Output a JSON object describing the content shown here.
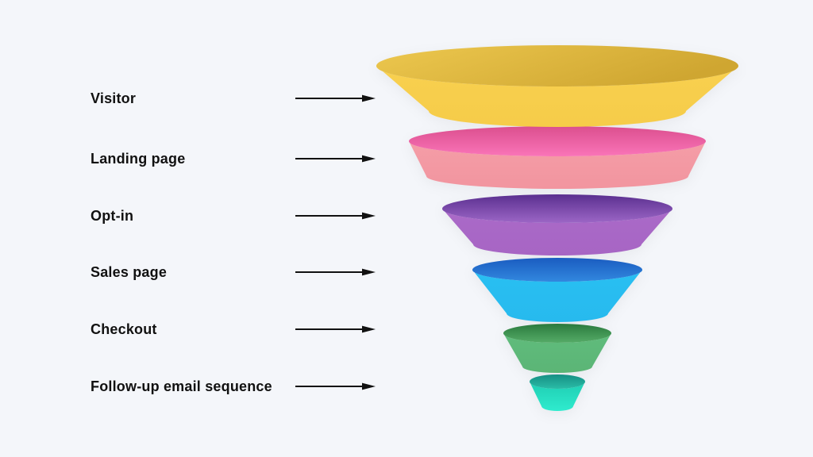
{
  "background": "#F4F6FA",
  "text_color": "#111111",
  "arrow_color": "#111111",
  "diagram": {
    "type": "funnel",
    "title": "",
    "stages": [
      {
        "label": "Visitor",
        "top_gradient": [
          "#EDC84F",
          "#CFA631"
        ],
        "body_gradient": [
          "#F8D04F",
          "#F6CC49"
        ]
      },
      {
        "label": "Landing page",
        "top_gradient": [
          "#DB4F8E",
          "#FA74B8"
        ],
        "body_gradient": [
          "#F49DA7",
          "#F2959F"
        ]
      },
      {
        "label": "Opt-in",
        "top_gradient": [
          "#5A2F8F",
          "#9C66C6"
        ],
        "body_gradient": [
          "#AA6AC8",
          "#A765C4"
        ]
      },
      {
        "label": "Sales page",
        "top_gradient": [
          "#1A5CC0",
          "#3287DE"
        ],
        "body_gradient": [
          "#29BFF2",
          "#27BAEE"
        ]
      },
      {
        "label": "Checkout",
        "top_gradient": [
          "#2A7A3D",
          "#55AB67"
        ],
        "body_gradient": [
          "#60BC7C",
          "#5BB576"
        ]
      },
      {
        "label": "Follow-up email sequence",
        "top_gradient": [
          "#168F84",
          "#2ABCA7"
        ],
        "body_gradient": [
          "#1FCDB2",
          "#2FEBCE"
        ]
      }
    ]
  }
}
